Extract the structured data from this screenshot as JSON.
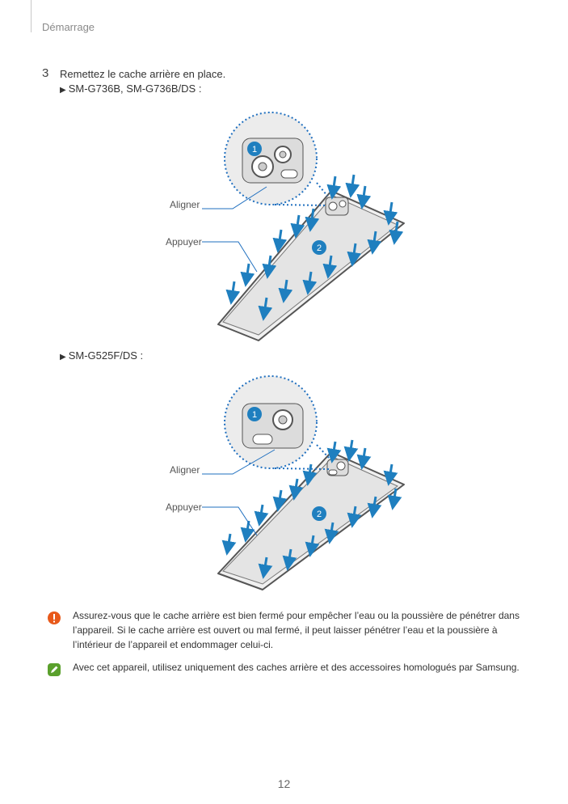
{
  "header": {
    "section": "Démarrage"
  },
  "step": {
    "number": "3",
    "text": "Remettez le cache arrière en place."
  },
  "models": [
    {
      "label": "SM-G736B, SM-G736B/DS :"
    },
    {
      "label": "SM-G525F/DS :"
    }
  ],
  "figures": [
    {
      "align_label": "Aligner",
      "press_label": "Appuyer",
      "badge_1": "1",
      "badge_2": "2"
    },
    {
      "align_label": "Aligner",
      "press_label": "Appuyer",
      "badge_1": "1",
      "badge_2": "2"
    }
  ],
  "notices": [
    {
      "icon": "caution-icon",
      "color": "#e8591a",
      "text": "Assurez-vous que le cache arrière est bien fermé pour empêcher l’eau ou la poussière de pénétrer dans l’appareil. Si le cache arrière est ouvert ou mal fermé, il peut laisser pénétrer l’eau et la poussière à l’intérieur de l’appareil et endommager celui-ci."
    },
    {
      "icon": "note-pencil-icon",
      "color": "#5aa02c",
      "text": "Avec cet appareil, utilisez uniquement des caches arrière et des accessoires homologués par Samsung."
    }
  ],
  "page_number": "12",
  "colors": {
    "arrow": "#1f7fbf",
    "badge": "#1f7fbf",
    "dotted": "#1f6fbf"
  }
}
